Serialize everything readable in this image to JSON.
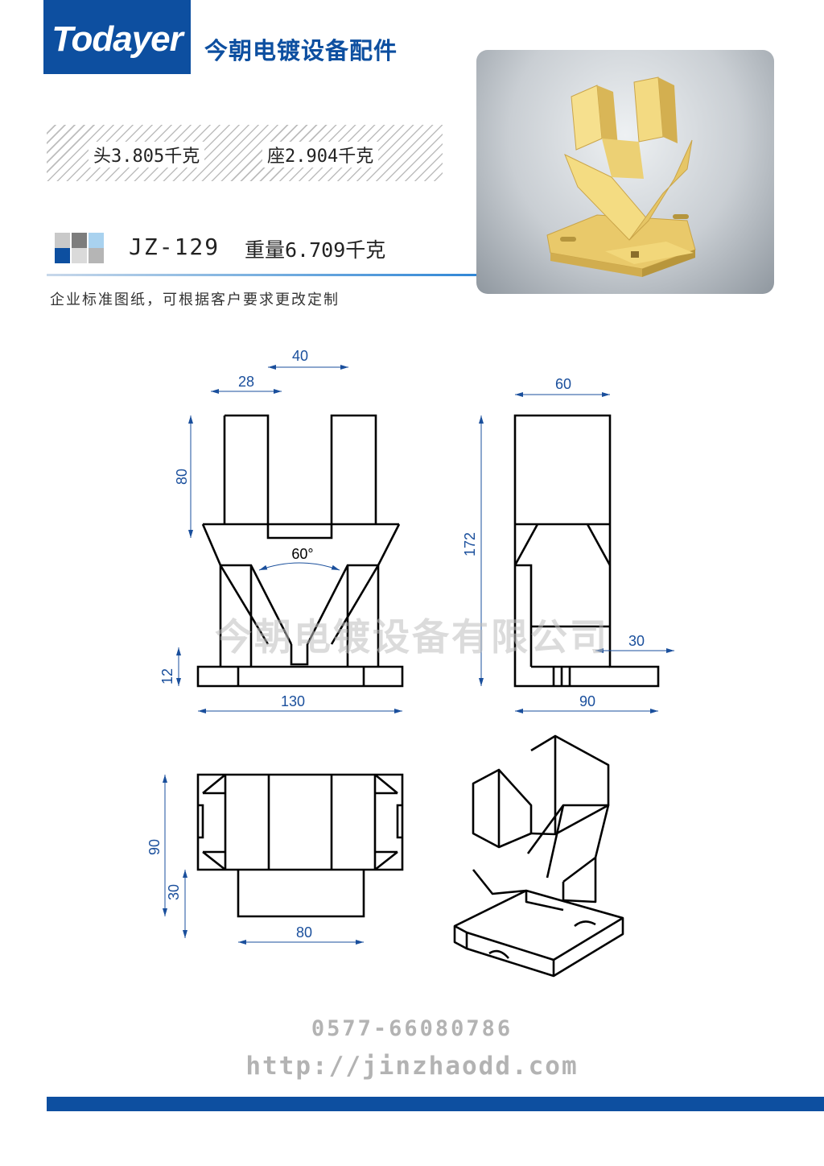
{
  "brand": {
    "logo": "Todayer",
    "company": "今朝电镀设备配件"
  },
  "weights": {
    "head": "头3.805千克",
    "seat": "座2.904千克"
  },
  "model": {
    "code": "JZ-129",
    "total_weight": "重量6.709千克"
  },
  "note": "企业标准图纸，可根据客户要求更改定制",
  "watermark": "今朝电镀设备有限公司",
  "contact": {
    "phone": "0577-66080786",
    "url": "http://jinzhaodd.com"
  },
  "dimensions": {
    "front_top_total": "40",
    "front_top_slot": "28",
    "front_height_top": "80",
    "front_angle": "60°",
    "front_base_height": "12",
    "front_width": "130",
    "side_width": "60",
    "side_height": "172",
    "side_foot": "30",
    "side_base": "90",
    "plan_depth": "90",
    "plan_step": "30",
    "plan_width": "80"
  },
  "colors": {
    "brand_blue": "#0d4fa0",
    "dim_blue": "#1a4f9c",
    "part_yellow": "#f2d77a"
  }
}
